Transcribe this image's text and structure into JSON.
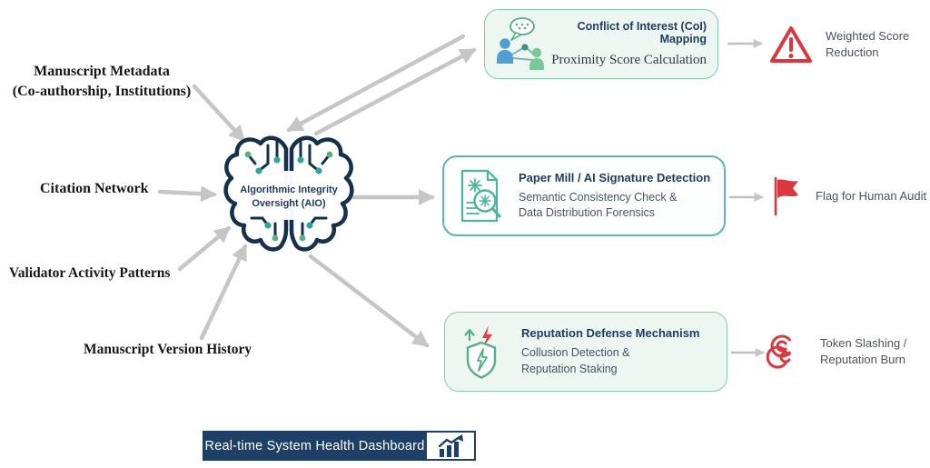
{
  "inputs": {
    "manuscript_metadata": {
      "line1": "Manuscript Metadata",
      "line2": "(Co-authorship, Institutions)"
    },
    "citation_network": {
      "label": "Citation Network"
    },
    "validator_activity": {
      "label": "Validator Activity Patterns"
    },
    "version_history": {
      "label": "Manuscript Version History"
    }
  },
  "hub": {
    "line1": "Algorithmic Integrity",
    "line2": "Oversight (AIO)",
    "icon": "circuit-brain-icon"
  },
  "processes": {
    "coi": {
      "title": "Conflict of Interest (CoI) Mapping",
      "subtitle": "Proximity Score Calculation",
      "icon": "people-network-icon"
    },
    "paper_mill": {
      "title": "Paper Mill / AI Signature Detection",
      "subtitle_line1": "Semantic Consistency Check &",
      "subtitle_line2": "Data Distribution Forensics",
      "icon": "document-scan-icon"
    },
    "reputation": {
      "title": "Reputation Defense Mechanism",
      "subtitle_line1": "Collusion Detection &",
      "subtitle_line2": "Reputation Staking",
      "icon": "shield-bolt-icon"
    }
  },
  "outcomes": {
    "weighted_score": {
      "line1": "Weighted Score",
      "line2": "Reduction",
      "icon": "warning-triangle-icon"
    },
    "flag_audit": {
      "label": "Flag for Human Audit",
      "icon": "red-flag-icon"
    },
    "token_slashing": {
      "line1": "Token Slashing /",
      "line2": "Reputation Burn",
      "icon": "fingerprint-burn-icon"
    }
  },
  "footer": {
    "label": "Real-time System Health Dashboard",
    "icon": "rising-bar-chart-icon"
  },
  "colors": {
    "navy": "#1f3c64",
    "brain_outline": "#14304d",
    "teal_node": "#2ea79a",
    "green_node": "#56b083",
    "mint_bg": "#edf6f1",
    "green_border": "#84cba8",
    "teal_border": "#58b7b2",
    "subtitle_gray": "#44546a",
    "red": "#d9383e",
    "arrow_gray": "#c6c6c6",
    "dashboard_navy": "#1e3f66"
  }
}
